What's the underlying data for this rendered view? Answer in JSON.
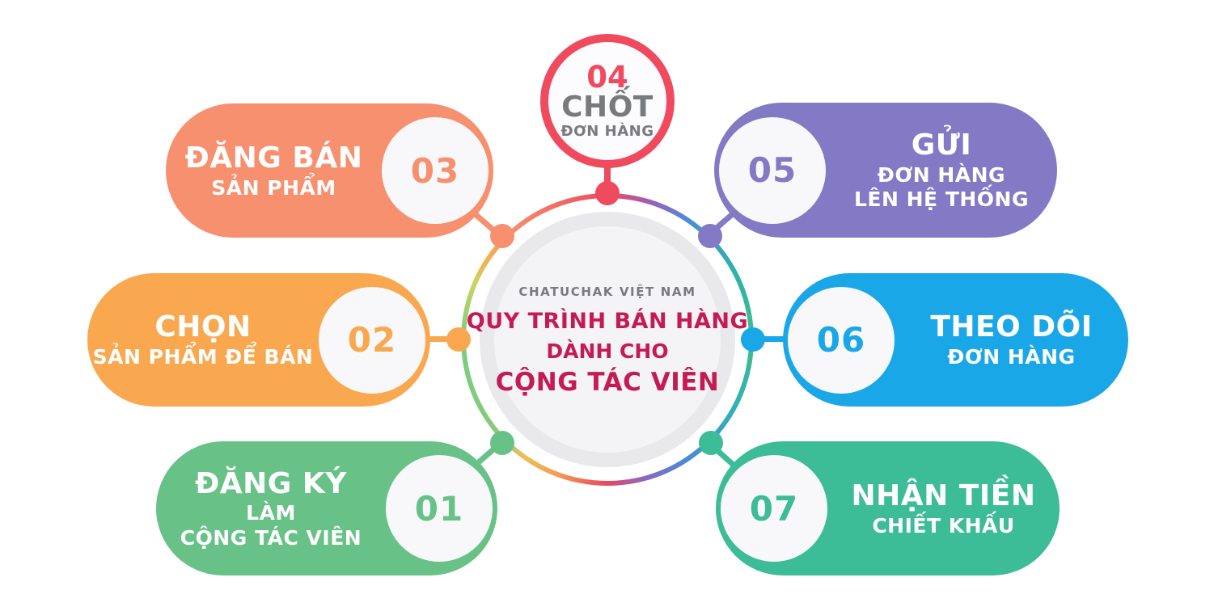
{
  "center": {
    "brand": "CHATUCHAK VIỆT NAM",
    "brand_color": "#797A7E",
    "heading_lines": [
      "QUY TRÌNH BÁN HÀNG",
      "DÀNH CHO",
      "CỘNG TÁC VIÊN"
    ],
    "heading_color": "#C61A52",
    "ring_colors": [
      "#F04A5E",
      "#8379C5",
      "#1AA7E8",
      "#3CBC97",
      "#E8485F",
      "#F9A850",
      "#7ACC7E",
      "#F6906F"
    ]
  },
  "steps": [
    {
      "number": "01",
      "label_lines": [
        "ĐĂNG KÝ",
        "LÀM",
        "CỘNG TÁC VIÊN"
      ],
      "color": "#68C287",
      "position": "bottom-left"
    },
    {
      "number": "02",
      "label_lines": [
        "CHỌN",
        "SẢN PHẨM ĐỂ BÁN"
      ],
      "color": "#F9A850",
      "position": "middle-left"
    },
    {
      "number": "03",
      "label_lines": [
        "ĐĂNG BÁN",
        "SẢN PHẨM"
      ],
      "color": "#F6906F",
      "position": "top-left"
    },
    {
      "number": "04",
      "label_lines": [
        "CHỐT",
        "ĐƠN HÀNG"
      ],
      "color": "#F04A5E",
      "position": "top-center"
    },
    {
      "number": "05",
      "label_lines": [
        "GỬI",
        "ĐƠN HÀNG",
        "LÊN HỆ THỐNG"
      ],
      "color": "#8379C5",
      "position": "top-right"
    },
    {
      "number": "06",
      "label_lines": [
        "THEO DÕI",
        "ĐƠN HÀNG"
      ],
      "color": "#1AA7E8",
      "position": "middle-right"
    },
    {
      "number": "07",
      "label_lines": [
        "NHẬN TIỀN",
        "CHIẾT KHẤU"
      ],
      "color": "#3CBC97",
      "position": "bottom-right"
    }
  ]
}
